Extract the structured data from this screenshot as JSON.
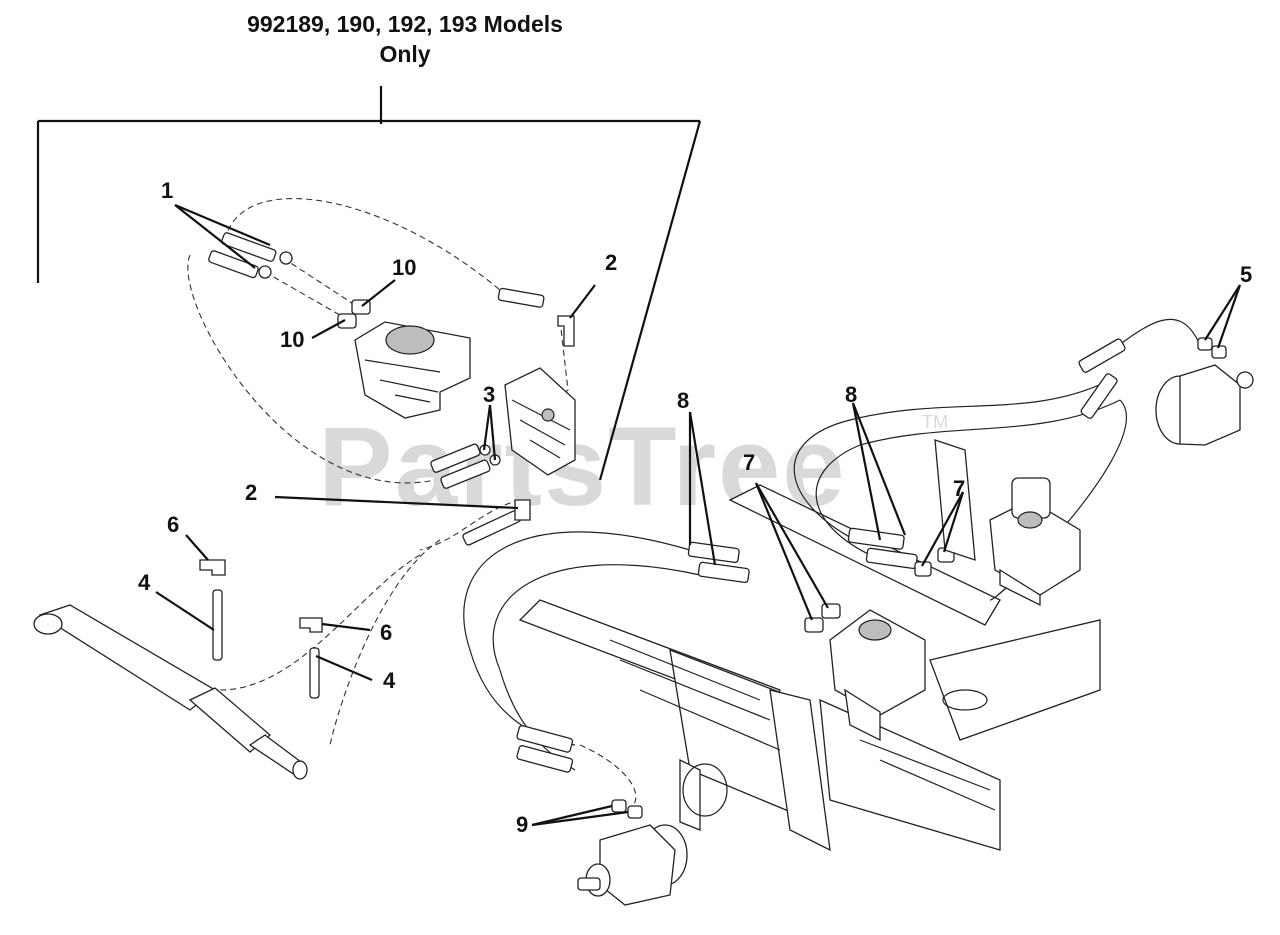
{
  "watermark": {
    "text": "PartsTree",
    "tm": "TM"
  },
  "header": {
    "title_line1": "992189, 190, 192, 193 Models",
    "title_line2": "Only"
  },
  "callouts": {
    "c1": "1",
    "c2a": "2",
    "c2b": "2",
    "c3": "3",
    "c4a": "4",
    "c4b": "4",
    "c5": "5",
    "c6a": "6",
    "c6b": "6",
    "c7a": "7",
    "c7b": "7",
    "c8a": "8",
    "c8b": "8",
    "c9": "9",
    "c10a": "10",
    "c10b": "10"
  }
}
